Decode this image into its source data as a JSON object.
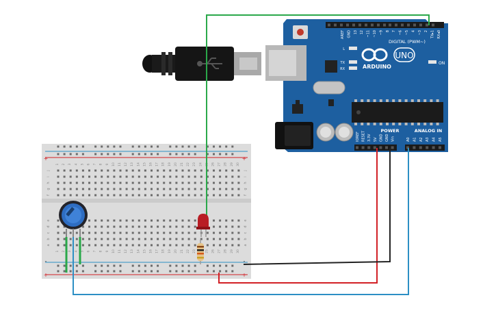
{
  "board": {
    "logo_text": "ARDUINO",
    "model": "UNO",
    "on_label": "ON",
    "digital_label": "DIGITAL (PWM~)",
    "power_label": "POWER",
    "analog_label": "ANALOG IN",
    "led_labels": [
      "L",
      "TX",
      "RX"
    ],
    "digital_pins": [
      "AREF",
      "GND",
      "13",
      "12",
      "~11",
      "~10",
      "~9",
      "8",
      "7",
      "~6",
      "~5",
      "4",
      "~3",
      "2",
      "TX▸1",
      "RX◂0"
    ],
    "power_pins": [
      "IOREF",
      "RESET",
      "3.3V",
      "5V",
      "GND",
      "GND",
      "Vin"
    ],
    "analog_pins": [
      "A0",
      "A1",
      "A2",
      "A3",
      "A4",
      "A5"
    ]
  },
  "breadboard": {
    "column_numbers": [
      "1",
      "2",
      "3",
      "4",
      "5",
      "6",
      "7",
      "8",
      "9",
      "10",
      "11",
      "12",
      "13",
      "14",
      "15",
      "16",
      "17",
      "18",
      "19",
      "20",
      "21",
      "22",
      "23",
      "24",
      "25",
      "26",
      "27",
      "28",
      "29",
      "30"
    ],
    "upper_rows": [
      "j",
      "i",
      "h",
      "g",
      "f"
    ],
    "lower_rows": [
      "e",
      "d",
      "c",
      "b",
      "a"
    ],
    "rail_plus": "+",
    "rail_minus": "-"
  },
  "colors": {
    "board": "#1d5fa0",
    "board_dark": "#154a80",
    "wire_green": "#2aa84a",
    "wire_red": "#d21f25",
    "wire_black": "#222222",
    "wire_blue": "#2c8fc4",
    "breadboard": "#dcdcdc",
    "led": "#b81d24",
    "pot": "#2e6dc2"
  }
}
